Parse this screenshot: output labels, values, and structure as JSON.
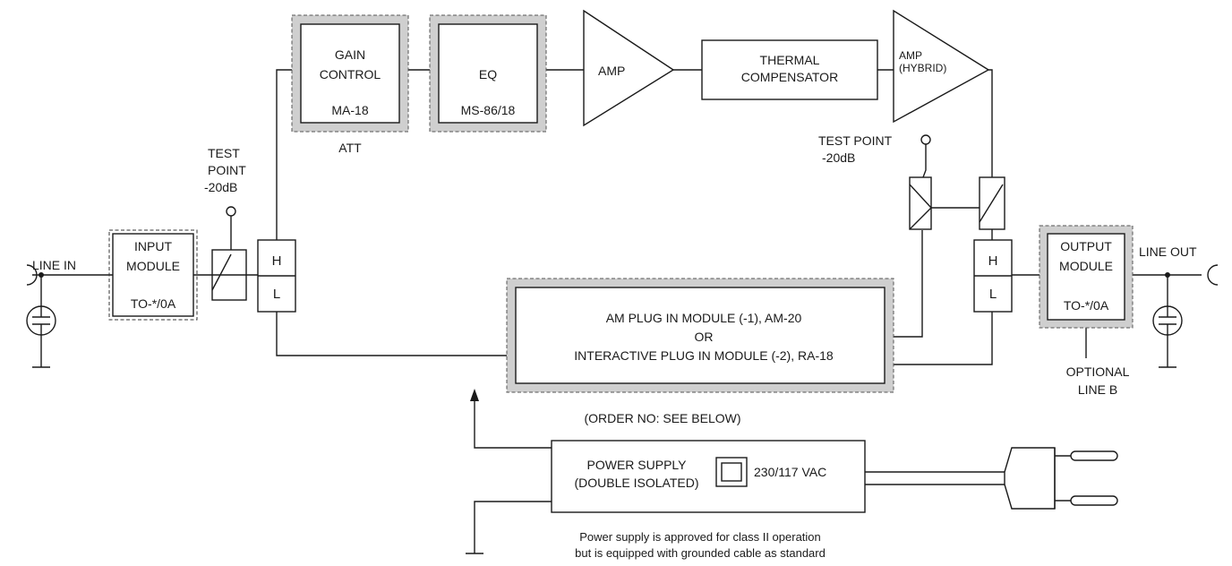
{
  "colors": {
    "line": "#1a1a1a",
    "shade": "#cfcfcf",
    "background": "#ffffff"
  },
  "labels": {
    "line_in": "LINE IN",
    "line_out": "LINE OUT",
    "input_module": [
      "INPUT",
      "MODULE",
      "TO-*/0A"
    ],
    "output_module": [
      "OUTPUT",
      "MODULE",
      "TO-*/0A"
    ],
    "test_point_left": [
      "TEST",
      "POINT",
      "-20dB"
    ],
    "test_point_right": [
      "TEST POINT",
      "-20dB"
    ],
    "gain_control": [
      "GAIN",
      "CONTROL",
      "MA-18"
    ],
    "att": "ATT",
    "eq": [
      "EQ",
      "MS-86/18"
    ],
    "amp": "AMP",
    "thermal": [
      "THERMAL",
      "COMPENSATOR"
    ],
    "amp_hybrid": [
      "AMP",
      "(HYBRID)"
    ],
    "split_h": "H",
    "split_l": "L",
    "plugin_module": [
      "AM PLUG IN MODULE (-1), AM-20",
      "OR",
      "INTERACTIVE PLUG IN MODULE (-2), RA-18"
    ],
    "optional_line": [
      "OPTIONAL",
      "LINE B"
    ],
    "order_no": "(ORDER NO: SEE BELOW)",
    "power_supply": [
      "POWER SUPPLY",
      "(DOUBLE ISOLATED)"
    ],
    "voltage": "230/117 VAC",
    "note": [
      "Power supply is approved for class II operation",
      "but is equipped with grounded cable as standard"
    ]
  },
  "icons": [
    "connector-left-icon",
    "connector-right-icon",
    "capacitor-icon",
    "ground-icon",
    "coupler-icon",
    "test-point-icon",
    "arrow-up-icon",
    "switch-icon",
    "mains-plug-icon"
  ]
}
